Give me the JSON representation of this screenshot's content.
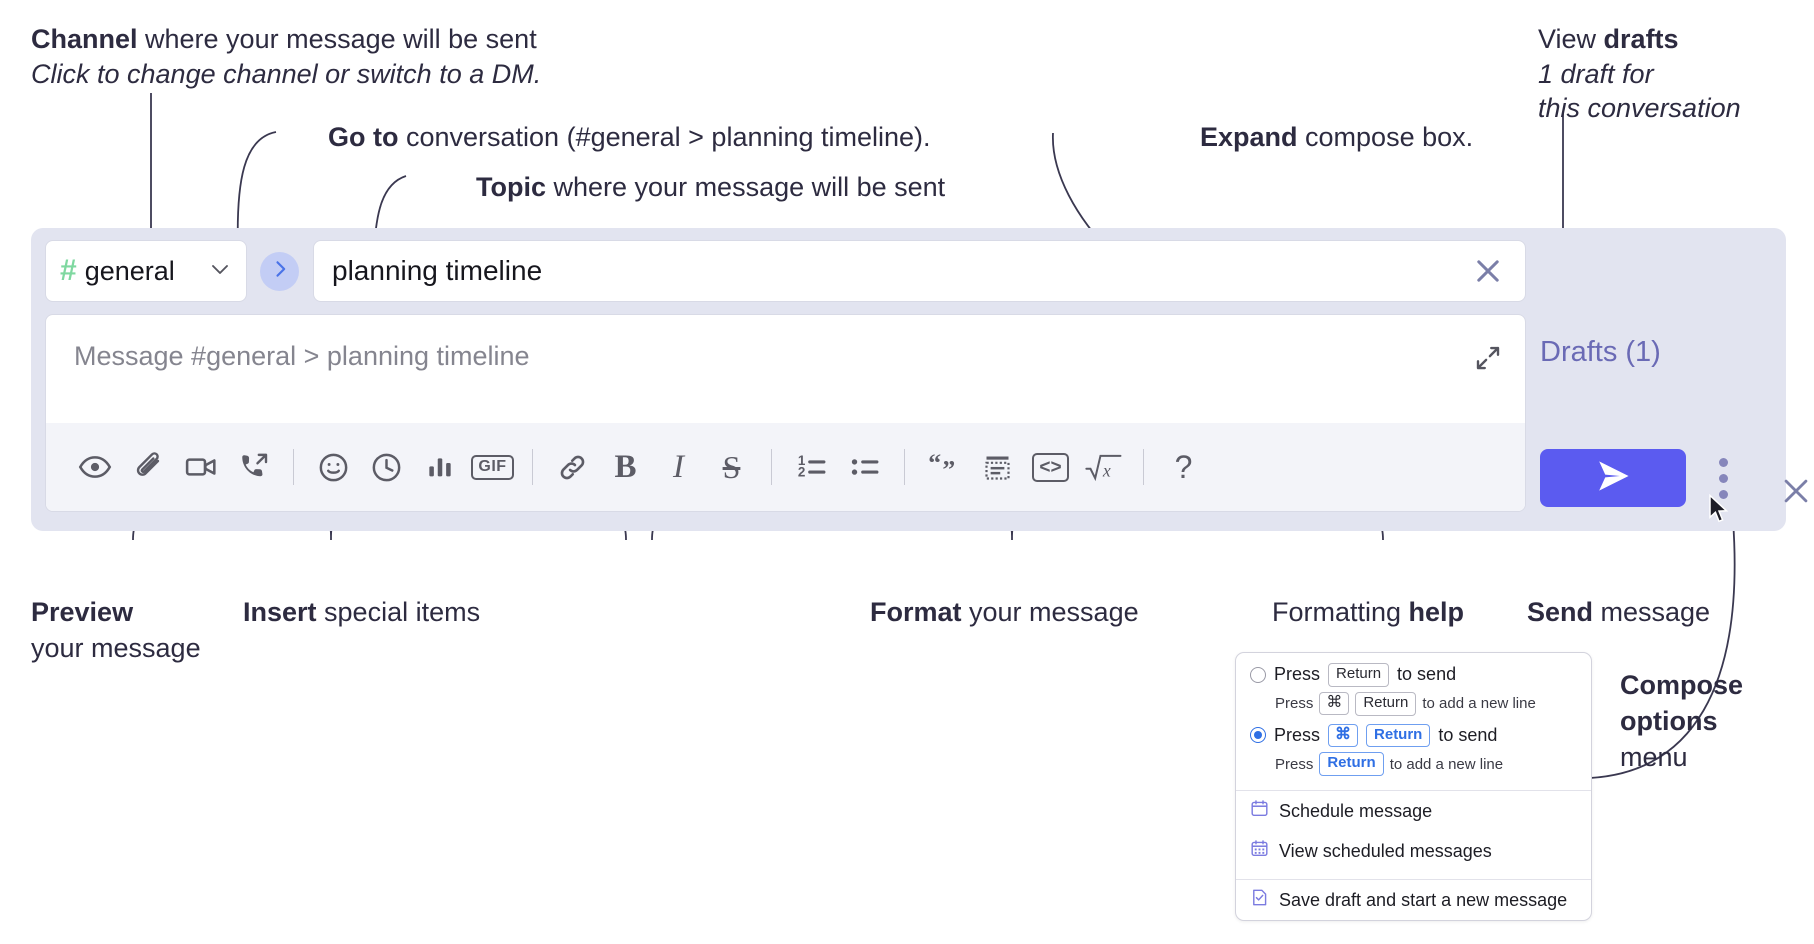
{
  "annotations": {
    "channel": {
      "bold": "Channel",
      "rest": " where your message will be sent",
      "italic": "Click to change channel or switch to a DM."
    },
    "goto": {
      "bold": "Go to",
      "rest": " conversation (#general > planning timeline)."
    },
    "topic": {
      "bold": "Topic",
      "rest": " where your message will be sent"
    },
    "expand": {
      "bold": "Expand",
      "rest": " compose box."
    },
    "drafts": {
      "plain": "View ",
      "bold": "drafts",
      "italic1": "1 draft for",
      "italic2": "this conversation"
    },
    "preview": {
      "bold": "Preview",
      "line2": "your message"
    },
    "insert": {
      "bold": "Insert",
      "rest": " special items"
    },
    "format": {
      "bold": "Format",
      "rest": " your message"
    },
    "help": {
      "plain": "Formatting ",
      "bold": "help"
    },
    "send": {
      "bold": "Send",
      "rest": " message"
    },
    "compose_options": {
      "bold1": "Compose",
      "bold2": "options",
      "plain": "menu"
    }
  },
  "compose": {
    "channel": {
      "hash": "#",
      "name": "general",
      "caret_icon": "chevron-down-icon"
    },
    "goto_icon": "chevron-right-icon",
    "topic": {
      "value": "planning timeline",
      "clear_icon": "close-icon"
    },
    "message": {
      "placeholder": "Message #general > planning timeline",
      "value": ""
    },
    "expand_icon": "expand-icon",
    "toolbar": [
      {
        "name": "preview-button",
        "icon": "eye-icon",
        "label": ""
      },
      {
        "name": "attach-button",
        "icon": "paperclip-icon",
        "label": ""
      },
      {
        "name": "video-button",
        "icon": "video-camera-icon",
        "label": ""
      },
      {
        "name": "huddle-button",
        "icon": "phone-forward-icon",
        "label": ""
      },
      {
        "name": "separator-1",
        "icon": "divider",
        "label": ""
      },
      {
        "name": "emoji-button",
        "icon": "smiley-icon",
        "label": ""
      },
      {
        "name": "schedule-button",
        "icon": "clock-icon",
        "label": ""
      },
      {
        "name": "poll-button",
        "icon": "bar-chart-icon",
        "label": ""
      },
      {
        "name": "gif-button",
        "icon": "gif-icon",
        "label": "GIF"
      },
      {
        "name": "separator-2",
        "icon": "divider",
        "label": ""
      },
      {
        "name": "link-button",
        "icon": "link-icon",
        "label": ""
      },
      {
        "name": "bold-button",
        "icon": "bold-icon",
        "label": "B"
      },
      {
        "name": "italic-button",
        "icon": "italic-icon",
        "label": "I"
      },
      {
        "name": "strikethrough-button",
        "icon": "strikethrough-icon",
        "label": "S"
      },
      {
        "name": "separator-3",
        "icon": "divider",
        "label": ""
      },
      {
        "name": "ordered-list-button",
        "icon": "ordered-list-icon",
        "label": ""
      },
      {
        "name": "bulleted-list-button",
        "icon": "bulleted-list-icon",
        "label": ""
      },
      {
        "name": "separator-4",
        "icon": "divider",
        "label": ""
      },
      {
        "name": "blockquote-button",
        "icon": "quote-icon",
        "label": ""
      },
      {
        "name": "code-block-button",
        "icon": "code-block-icon",
        "label": ""
      },
      {
        "name": "code-button",
        "icon": "code-icon",
        "label": "<>"
      },
      {
        "name": "math-button",
        "icon": "square-root-icon",
        "label": "√x"
      },
      {
        "name": "separator-5",
        "icon": "divider",
        "label": ""
      },
      {
        "name": "formatting-help-button",
        "icon": "question-mark-icon",
        "label": "?"
      }
    ],
    "drafts_label": "Drafts (1)",
    "send_icon": "paper-plane-icon",
    "options_icon": "kebab-menu-icon",
    "close_icon": "close-icon"
  },
  "options_menu": {
    "option_1": {
      "selected": false,
      "prefix": "Press",
      "key": "Return",
      "suffix": "to send",
      "sub_prefix": "Press",
      "sub_key_cmd": "⌘",
      "sub_key": "Return",
      "sub_suffix": "to add a new line"
    },
    "option_2": {
      "selected": true,
      "prefix": "Press",
      "key_cmd": "⌘",
      "key": "Return",
      "suffix": "to send",
      "sub_prefix": "Press",
      "sub_key": "Return",
      "sub_suffix": "to add a new line"
    },
    "items": [
      {
        "icon": "calendar-icon",
        "label": "Schedule message"
      },
      {
        "icon": "calendar-grid-icon",
        "label": "View scheduled messages"
      },
      {
        "icon": "save-draft-icon",
        "label": "Save draft and start a new message"
      }
    ]
  },
  "colors": {
    "panel_bg": "#e2e4f0",
    "toolbar_bg": "#f3f4f9",
    "send_button": "#5b5bf0",
    "accent_blue": "#2f6fe4",
    "channel_hash_green": "#7fd8a0",
    "goto_circle": "#c3cdf5",
    "drafts_text": "#6a6ab5",
    "annotation_text": "#2d2b40"
  }
}
